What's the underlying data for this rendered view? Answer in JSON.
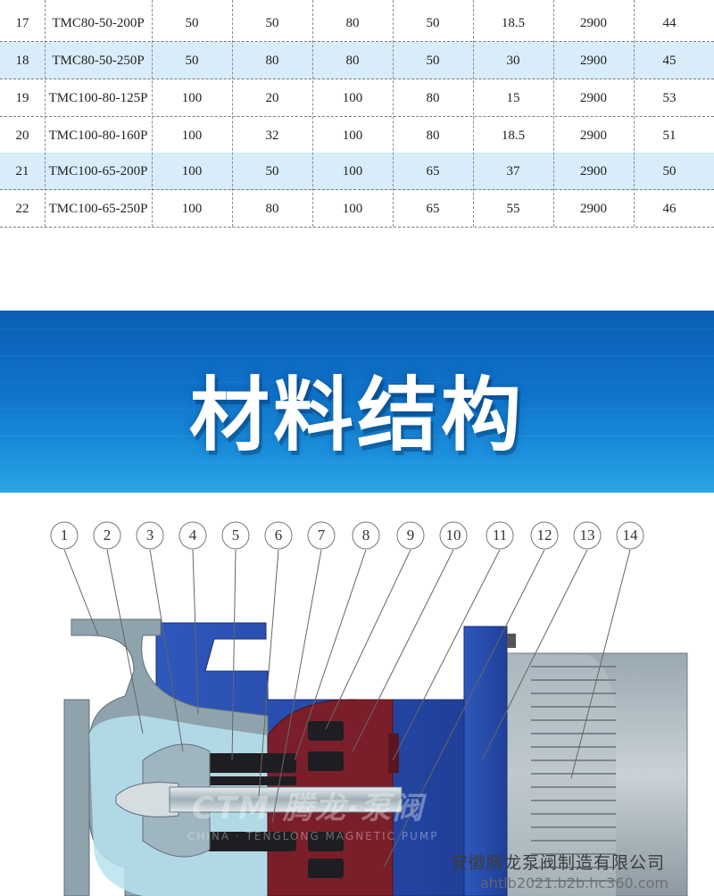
{
  "table": {
    "rows": [
      {
        "no": "17",
        "model": "TMC80-50-200P",
        "c1": "50",
        "c2": "50",
        "c3": "80",
        "c4": "50",
        "c5": "18.5",
        "c6": "2900",
        "c7": "44",
        "alt": false
      },
      {
        "no": "18",
        "model": "TMC80-50-250P",
        "c1": "50",
        "c2": "80",
        "c3": "80",
        "c4": "50",
        "c5": "30",
        "c6": "2900",
        "c7": "45",
        "alt": true
      },
      {
        "no": "19",
        "model": "TMC100-80-125P",
        "c1": "100",
        "c2": "20",
        "c3": "100",
        "c4": "80",
        "c5": "15",
        "c6": "2900",
        "c7": "53",
        "alt": false
      },
      {
        "no": "20",
        "model": "TMC100-80-160P",
        "c1": "100",
        "c2": "32",
        "c3": "100",
        "c4": "80",
        "c5": "18.5",
        "c6": "2900",
        "c7": "51",
        "alt": false
      },
      {
        "no": "21",
        "model": "TMC100-65-200P",
        "c1": "100",
        "c2": "50",
        "c3": "100",
        "c4": "65",
        "c5": "37",
        "c6": "2900",
        "c7": "50",
        "alt": true
      },
      {
        "no": "22",
        "model": "TMC100-65-250P",
        "c1": "100",
        "c2": "80",
        "c3": "100",
        "c4": "65",
        "c5": "55",
        "c6": "2900",
        "c7": "46",
        "alt": false
      }
    ]
  },
  "banner": {
    "title": "材料结构"
  },
  "diagram": {
    "labels": [
      "1",
      "2",
      "3",
      "4",
      "5",
      "6",
      "7",
      "8",
      "9",
      "10",
      "11",
      "12",
      "13",
      "14"
    ],
    "logo_text": "CTM 腾龙·泵阀",
    "logo_subtext": "CHINA · TENGLONG MAGNETIC PUMP",
    "colors": {
      "body_gray": "#8fa3ad",
      "casing_blue": "#2a4fb0",
      "rotor_red": "#7a1f2a",
      "liquid_cyan": "#b7e3ef"
    }
  },
  "watermark": {
    "company": "安徽腾龙泵阀制造有限公司",
    "url": "ahtlb2021.b2b.hc360.com"
  }
}
